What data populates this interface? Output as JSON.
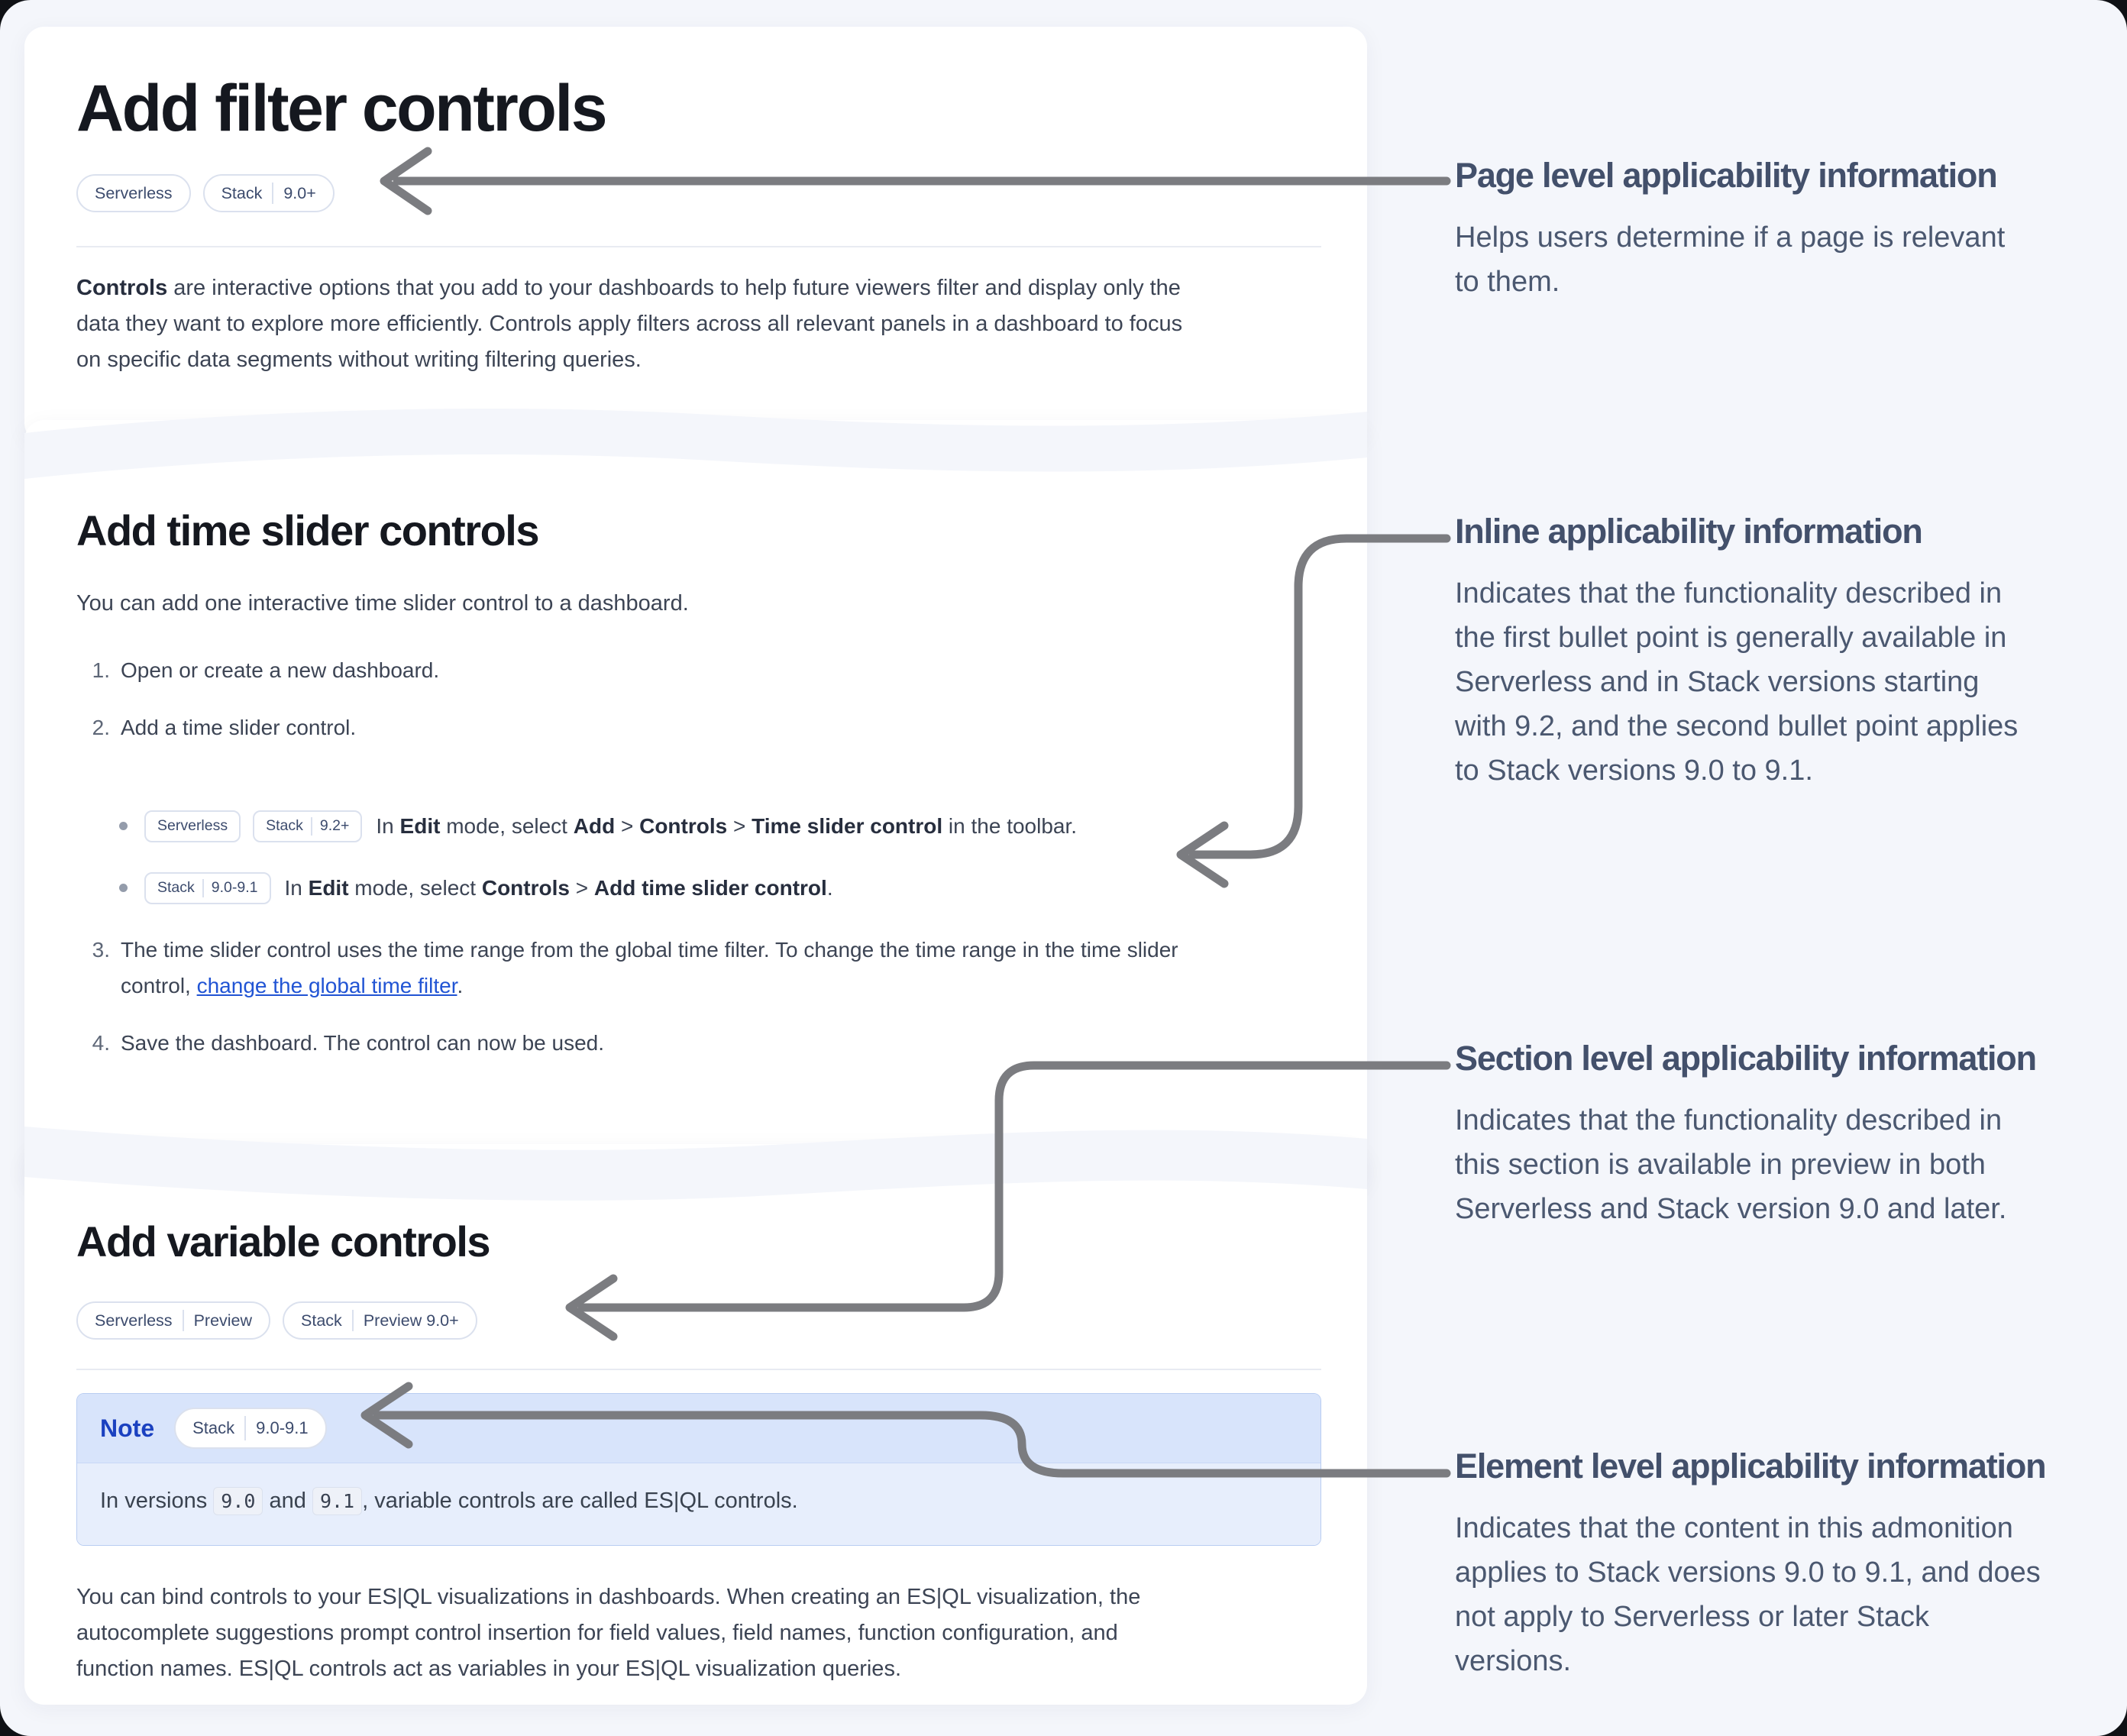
{
  "colors": {
    "page_background": "#f4f6fb",
    "card_background": "#ffffff",
    "link_blue": "#2154d4",
    "note_blue": "#1b41c0",
    "note_header_background": "#d8e4fb",
    "note_body_background": "#e7eefc",
    "arrow_gray": "#7b7c80",
    "badge_border": "#dbe1ee"
  },
  "doc": {
    "section1": {
      "title": "Add filter controls",
      "badges": [
        [
          "Serverless"
        ],
        [
          "Stack",
          "9.0+"
        ]
      ],
      "paragraph": [
        {
          "text": "Controls",
          "bold": true
        },
        {
          "text": " are interactive options that you add to your dashboards to help future viewers filter and display only the\ndata they want to explore more efficiently. Controls apply filters across all relevant panels in a dashboard to focus\non specific data segments without writing filtering queries."
        }
      ]
    },
    "section2": {
      "title": "Add time slider controls",
      "intro": "You can add one interactive time slider control to a dashboard.",
      "steps": [
        {
          "num": "1.",
          "segments": [
            {
              "text": "Open or create a new dashboard."
            }
          ]
        },
        {
          "num": "2.",
          "segments": [
            {
              "text": "Add a time slider control."
            }
          ],
          "bullets": [
            {
              "badges": [
                [
                  "Serverless"
                ],
                [
                  "Stack",
                  "9.2+"
                ]
              ],
              "segments": [
                {
                  "text": "In "
                },
                {
                  "text": "Edit",
                  "bold": true
                },
                {
                  "text": " mode, select "
                },
                {
                  "text": "Add",
                  "bold": true
                },
                {
                  "text": " > "
                },
                {
                  "text": "Controls",
                  "bold": true
                },
                {
                  "text": " > "
                },
                {
                  "text": "Time slider control",
                  "bold": true
                },
                {
                  "text": " in the toolbar."
                }
              ]
            },
            {
              "badges": [
                [
                  "Stack",
                  "9.0-9.1"
                ]
              ],
              "segments": [
                {
                  "text": "In "
                },
                {
                  "text": "Edit",
                  "bold": true
                },
                {
                  "text": " mode, select "
                },
                {
                  "text": "Controls",
                  "bold": true
                },
                {
                  "text": " > "
                },
                {
                  "text": "Add time slider control",
                  "bold": true
                },
                {
                  "text": "."
                }
              ]
            }
          ]
        },
        {
          "num": "3.",
          "segments": [
            {
              "text": "The time slider control uses the time range from the global time filter. To change the time range in the time slider\ncontrol, "
            },
            {
              "text": "change the global time filter",
              "link": true
            },
            {
              "text": "."
            }
          ]
        },
        {
          "num": "4.",
          "segments": [
            {
              "text": "Save the dashboard. The control can now be used."
            }
          ]
        }
      ]
    },
    "section3": {
      "title": "Add variable controls",
      "badges": [
        [
          "Serverless",
          "Preview"
        ],
        [
          "Stack",
          "Preview 9.0+"
        ]
      ],
      "note": {
        "label": "Note",
        "badge": [
          "Stack",
          "9.0-9.1"
        ],
        "segments": [
          {
            "text": "In versions "
          },
          {
            "text": "9.0",
            "code": true
          },
          {
            "text": " and "
          },
          {
            "text": "9.1",
            "code": true
          },
          {
            "text": ", variable controls are called ES|QL controls."
          }
        ]
      },
      "paragraph": "You can bind controls to your ES|QL visualizations in dashboards. When creating an ES|QL visualization, the\nautocomplete suggestions prompt control insertion for field values, field names, function configuration, and\nfunction names. ES|QL controls act as variables in your ES|QL visualization queries."
    }
  },
  "annotations": [
    {
      "title": "Page level applicability information",
      "body": "Helps users determine if a page is relevant\nto them."
    },
    {
      "title": "Inline applicability information",
      "body": "Indicates that the functionality described in\nthe first bullet point is generally available in\nServerless and in Stack versions starting\nwith 9.2, and the second bullet point applies\nto Stack versions 9.0 to 9.1."
    },
    {
      "title": "Section level applicability information",
      "body": "Indicates that the functionality described in\nthis section is available in preview in both\nServerless and Stack version 9.0 and later."
    },
    {
      "title": "Element level applicability information",
      "body": "Indicates that the content in this admonition\napplies to Stack versions 9.0 to 9.1, and does\nnot apply to Serverless or later Stack\nversions."
    }
  ]
}
